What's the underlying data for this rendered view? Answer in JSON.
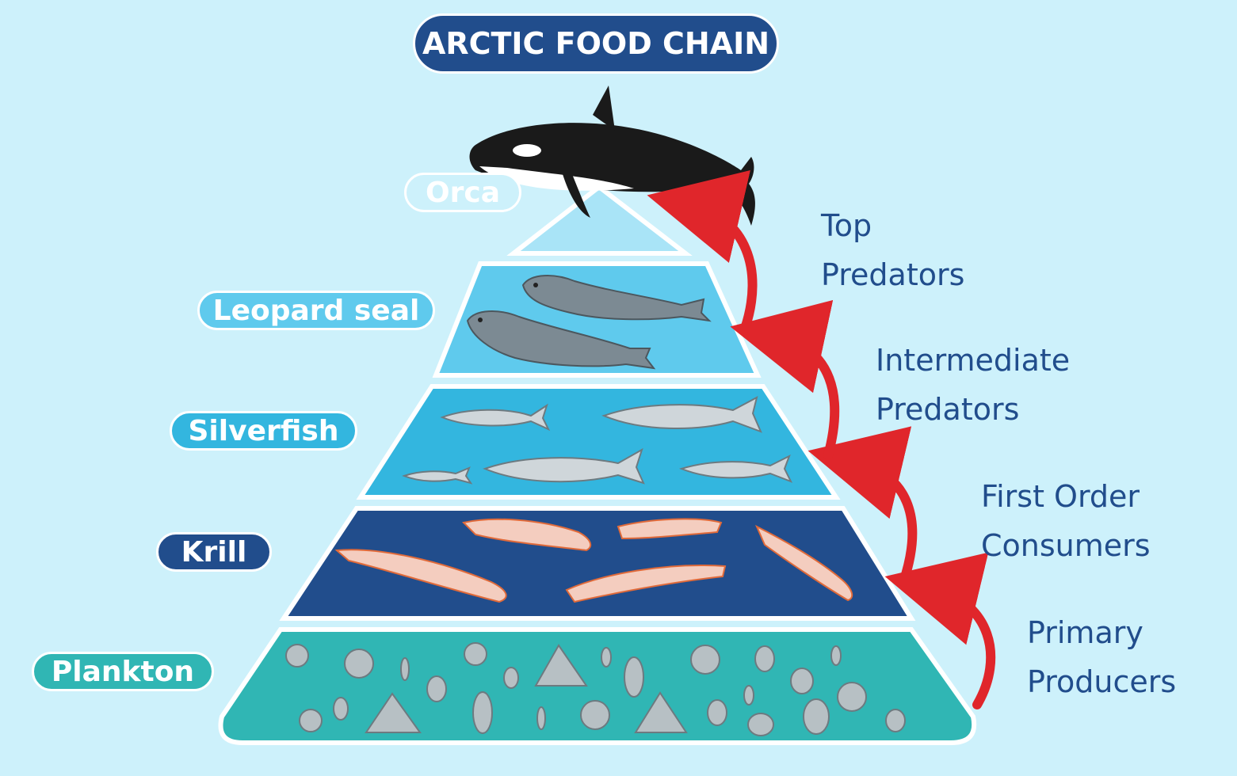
{
  "title": "ARCTIC FOOD CHAIN",
  "levels": [
    {
      "name": "Orca",
      "color": "#a9e4f7",
      "label_bg": "#cdf1fb",
      "label_text": "#ffffff"
    },
    {
      "name": "Leopard seal",
      "color": "#5fcaed",
      "label_bg": "#5fcaed",
      "label_text": "#ffffff"
    },
    {
      "name": "Silverfish",
      "color": "#33b6df",
      "label_bg": "#33b6df",
      "label_text": "#ffffff"
    },
    {
      "name": "Krill",
      "color": "#214d8c",
      "label_bg": "#214d8c",
      "label_text": "#ffffff"
    },
    {
      "name": "Plankton",
      "color": "#30b6b4",
      "label_bg": "#30b6b4",
      "label_text": "#ffffff"
    }
  ],
  "roles": [
    {
      "line1": "Top",
      "line2": "Predators"
    },
    {
      "line1": "Intermediate",
      "line2": "Predators"
    },
    {
      "line1": "First Order",
      "line2": "Consumers"
    },
    {
      "line1": "Primary",
      "line2": "Producers"
    }
  ],
  "colors": {
    "background": "#cdf1fb",
    "arrow": "#e0262b",
    "text_dark": "#214d8c"
  },
  "icons": [
    "orca-icon",
    "leopard-seal-icon",
    "silverfish-icon",
    "krill-icon",
    "plankton-icon"
  ]
}
